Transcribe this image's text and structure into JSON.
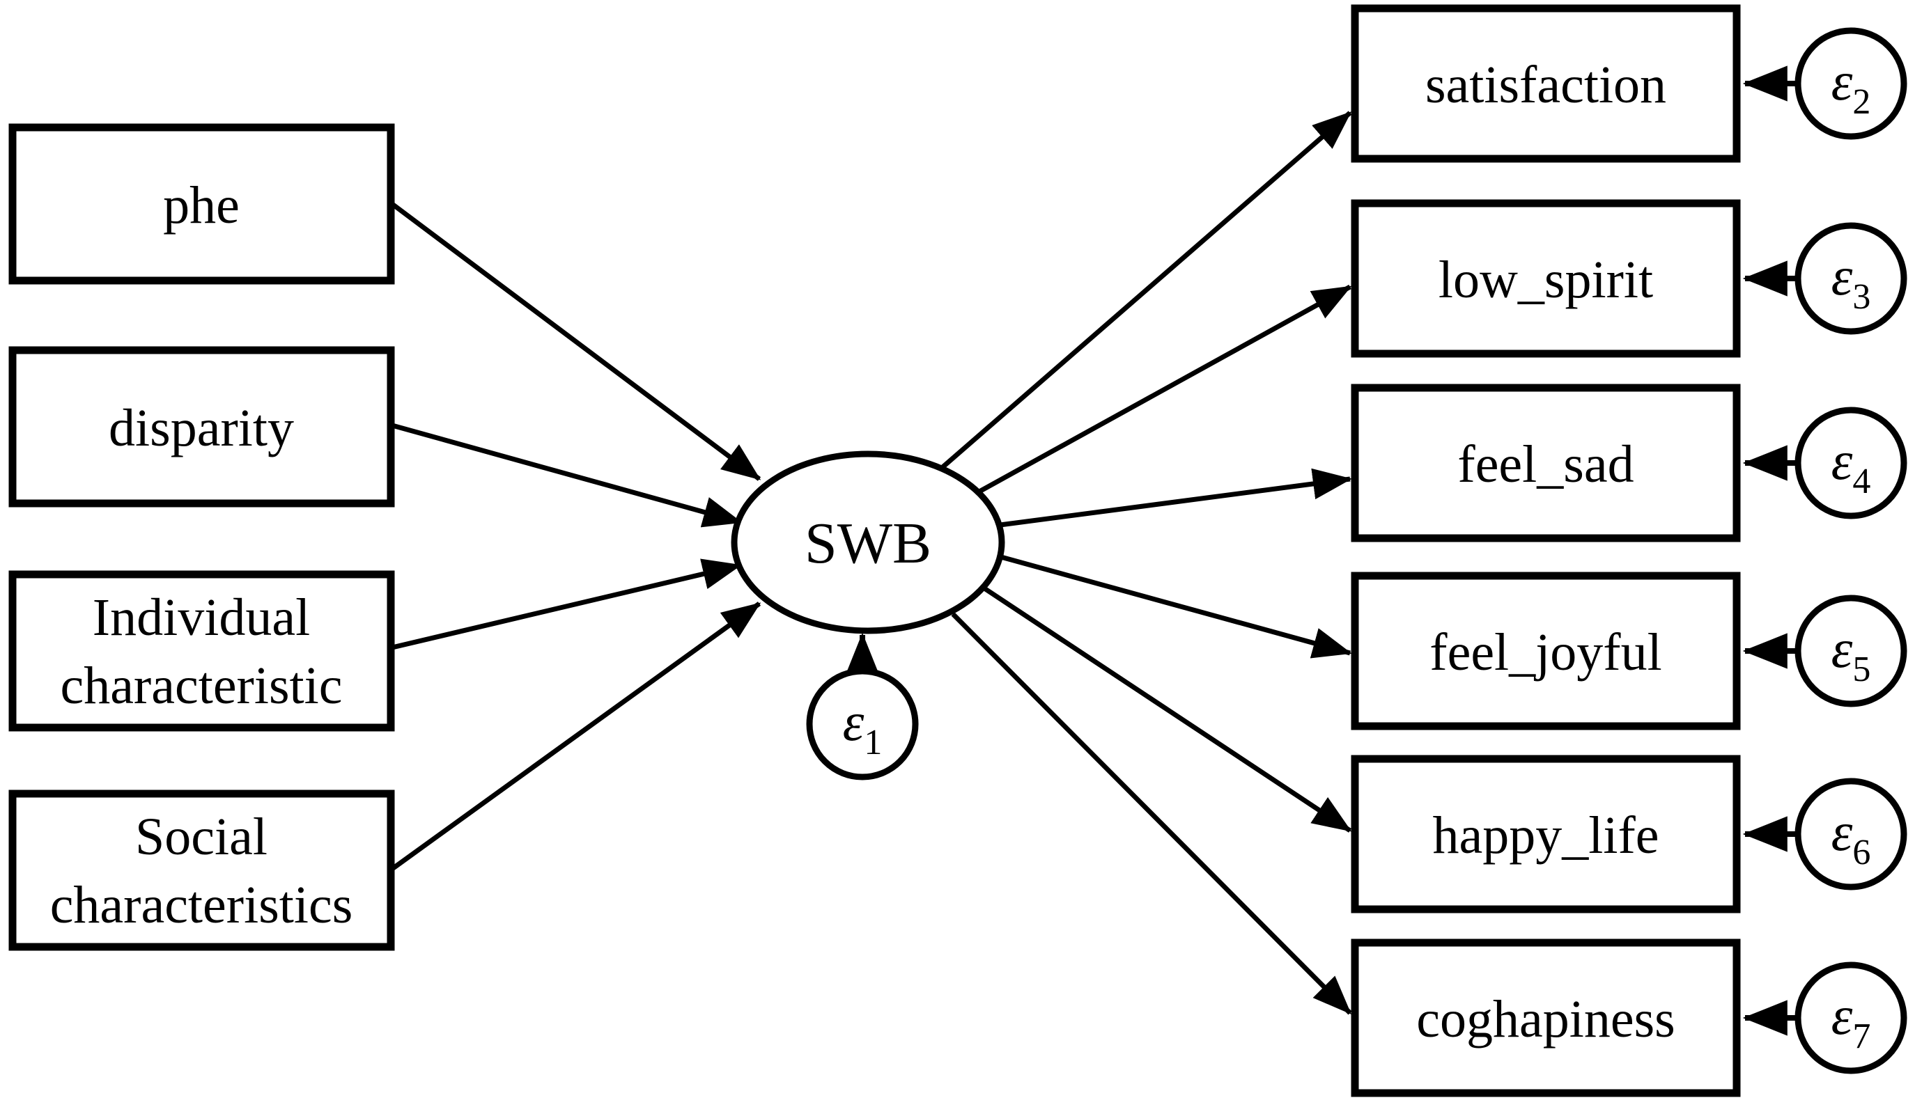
{
  "diagram": {
    "kind": "structural-equation-model",
    "colors": {
      "stroke": "#000000",
      "fill": "#ffffff",
      "text": "#000000"
    },
    "nodes": {
      "phe": {
        "label": "phe"
      },
      "disparity": {
        "label": "disparity"
      },
      "individual": {
        "line1": "Individual",
        "line2": "characteristic"
      },
      "social": {
        "line1": "Social",
        "line2": "characteristics"
      },
      "swb": {
        "label": "SWB"
      },
      "satisfaction": {
        "label": "satisfaction"
      },
      "low_spirit": {
        "label": "low_spirit"
      },
      "feel_sad": {
        "label": "feel_sad"
      },
      "feel_joyful": {
        "label": "feel_joyful"
      },
      "happy_life": {
        "label": "happy_life"
      },
      "coghapiness": {
        "label": "coghapiness"
      },
      "e1": {
        "symbol": "ε",
        "sub": "1"
      },
      "e2": {
        "symbol": "ε",
        "sub": "2"
      },
      "e3": {
        "symbol": "ε",
        "sub": "3"
      },
      "e4": {
        "symbol": "ε",
        "sub": "4"
      },
      "e5": {
        "symbol": "ε",
        "sub": "5"
      },
      "e6": {
        "symbol": "ε",
        "sub": "6"
      },
      "e7": {
        "symbol": "ε",
        "sub": "7"
      }
    },
    "edges": [
      {
        "from": "phe",
        "to": "SWB"
      },
      {
        "from": "disparity",
        "to": "SWB"
      },
      {
        "from": "Individual characteristic",
        "to": "SWB"
      },
      {
        "from": "Social characteristics",
        "to": "SWB"
      },
      {
        "from": "ε1",
        "to": "SWB"
      },
      {
        "from": "SWB",
        "to": "satisfaction"
      },
      {
        "from": "SWB",
        "to": "low_spirit"
      },
      {
        "from": "SWB",
        "to": "feel_sad"
      },
      {
        "from": "SWB",
        "to": "feel_joyful"
      },
      {
        "from": "SWB",
        "to": "happy_life"
      },
      {
        "from": "SWB",
        "to": "coghapiness"
      },
      {
        "from": "ε2",
        "to": "satisfaction"
      },
      {
        "from": "ε3",
        "to": "low_spirit"
      },
      {
        "from": "ε4",
        "to": "feel_sad"
      },
      {
        "from": "ε5",
        "to": "feel_joyful"
      },
      {
        "from": "ε6",
        "to": "happy_life"
      },
      {
        "from": "ε7",
        "to": "coghapiness"
      }
    ]
  }
}
